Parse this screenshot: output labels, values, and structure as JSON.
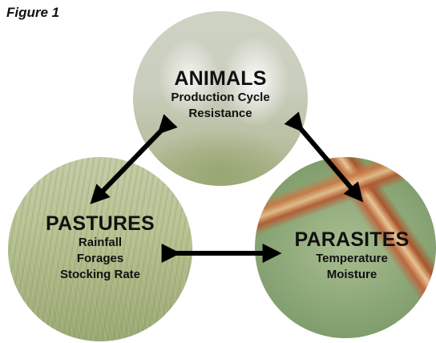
{
  "figure_label": "Figure 1",
  "nodes": {
    "animals": {
      "title": "ANIMALS",
      "lines": [
        "Production Cycle",
        "Resistance"
      ]
    },
    "pastures": {
      "title": "PASTURES",
      "lines": [
        "Rainfall",
        "Forages",
        "Stocking Rate"
      ]
    },
    "parasites": {
      "title": "PARASITES",
      "lines": [
        "Temperature",
        "Moisture"
      ]
    }
  },
  "colors": {
    "text": "#111111",
    "arrow": "#000000"
  }
}
